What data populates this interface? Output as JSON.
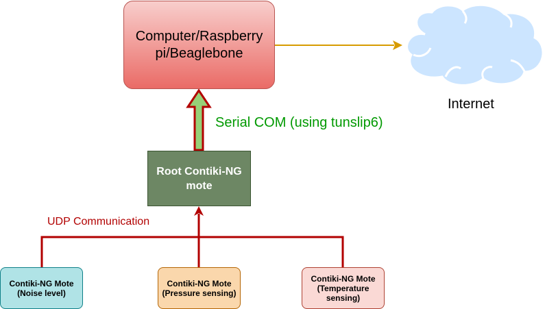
{
  "nodes": {
    "computer": "Computer/Raspberry pi/Beaglebone",
    "internet": "Internet",
    "root_mote": "Root Contiki-NG mote",
    "mote_noise": "Contiki-NG Mote (Noise level)",
    "mote_pressure": "Contiki-NG Mote (Pressure sensing)",
    "mote_temperature": "Contiki-NG Mote (Temperature sensing)"
  },
  "edges": {
    "serial": "Serial COM (using tunslip6)",
    "udp": "UDP Communication"
  },
  "colors": {
    "computer_fill_top": "#f8cecc",
    "computer_fill_bottom": "#ea6b66",
    "root_fill": "#6d8764",
    "noise_fill": "#b0e3e6",
    "pressure_fill": "#fad7ac",
    "temperature_fill": "#fad9d5",
    "internet_arrow": "#d79b00",
    "udp_lines": "#b20000",
    "serial_arrow_fill": "#97d077",
    "cloud": "#cce5ff"
  }
}
